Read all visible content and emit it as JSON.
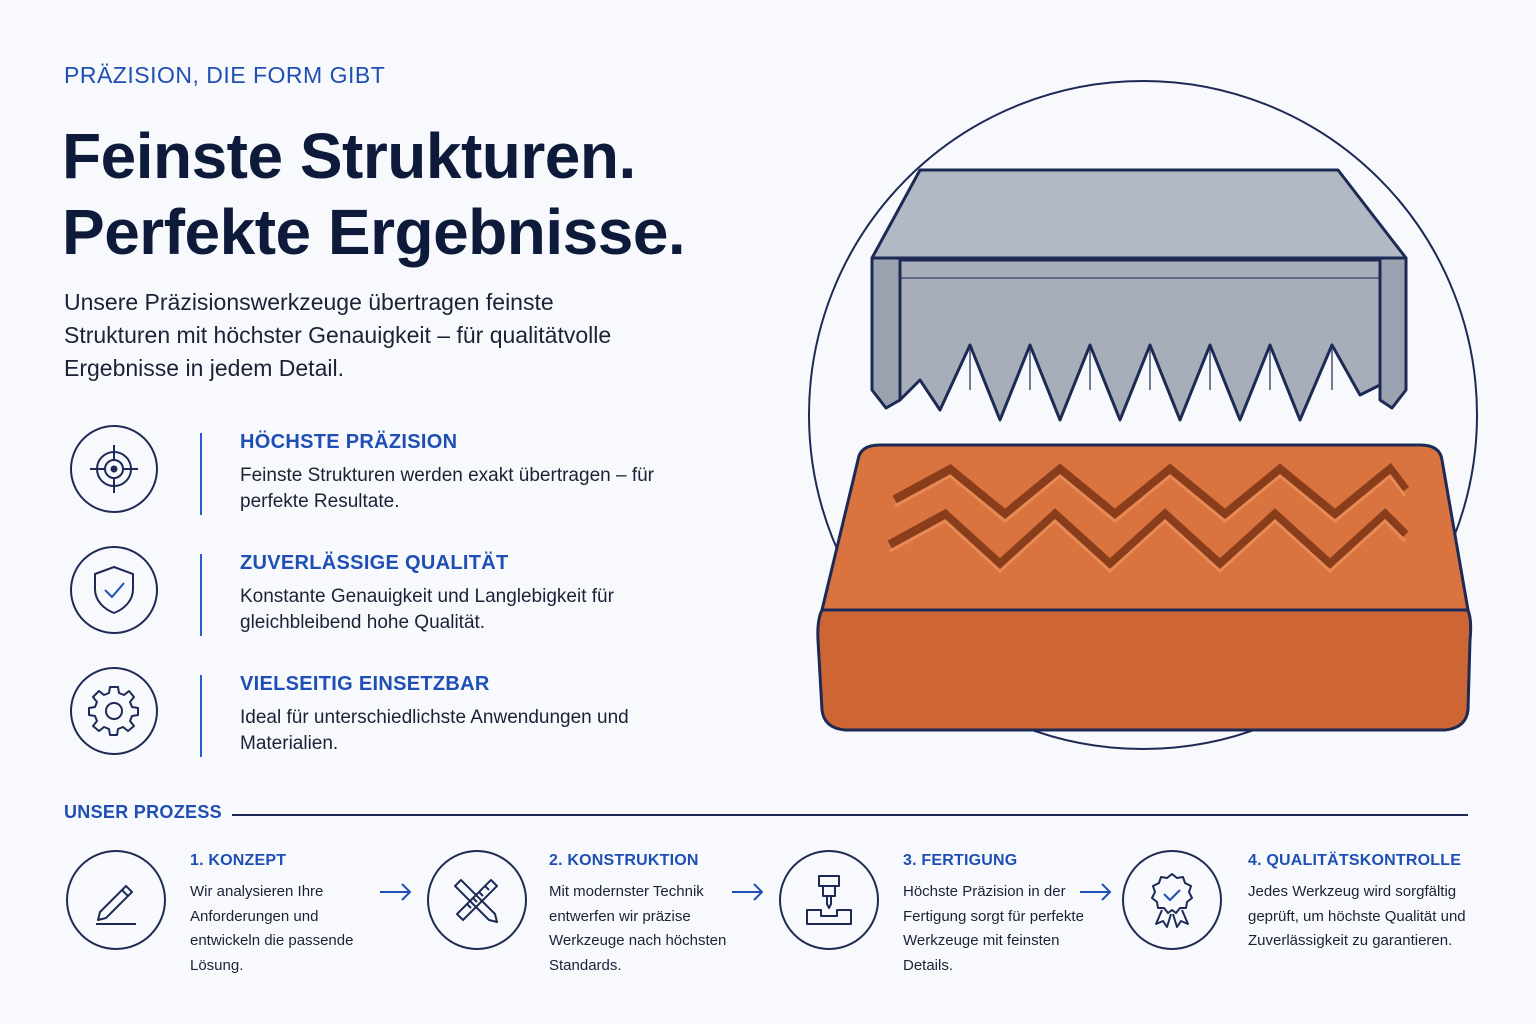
{
  "hero": {
    "eyebrow": "PRÄZISION, DIE FORM GIBT",
    "headline_line1": "Feinste Strukturen.",
    "headline_line2": "Perfekte Ergebnisse.",
    "intro": "Unsere Präzisionswerkzeuge übertragen feinste Strukturen mit höchster Genauigkeit – für qualitätvolle Ergebnisse in jedem Detail."
  },
  "features": [
    {
      "icon": "crosshair-icon",
      "title": "HÖCHSTE PRÄZISION",
      "text": "Feinste Strukturen werden exakt übertragen – für perfekte Resultate."
    },
    {
      "icon": "shield-check-icon",
      "title": "ZUVERLÄSSIGE QUALITÄT",
      "text": "Konstante Genauigkeit und Langlebigkeit für gleichbleibend hohe Qualität."
    },
    {
      "icon": "gear-icon",
      "title": "VIELSEITIG EINSETZBAR",
      "text": "Ideal für unterschiedlichste Anwendungen und Materialien."
    }
  ],
  "process": {
    "label": "UNSER PROZESS",
    "steps": [
      {
        "icon": "pencil-icon",
        "title": "1. KONZEPT",
        "text": "Wir analysieren Ihre Anforderungen und entwickeln die passende Lösung."
      },
      {
        "icon": "ruler-pencil-icon",
        "title": "2. KONSTRUKTION",
        "text": "Mit modernster Technik entwerfen wir präzise Werkzeuge nach höchsten Standards."
      },
      {
        "icon": "milling-machine-icon",
        "title": "3. FERTIGUNG",
        "text": "Höchste Präzision in der Fertigung sorgt für perfekte Werkzeuge mit feinsten Details."
      },
      {
        "icon": "quality-badge-icon",
        "title": "4. QUALITÄTSKONTROLLE",
        "text": "Jedes Werkzeug wird sorgfältig geprüft, um höchste Qualität und Zuverlässigkeit zu garantieren."
      }
    ]
  },
  "colors": {
    "accent": "#1f4fb5",
    "navy": "#0d1a3a",
    "tool_steel": "#a7adb9",
    "clay": "#d9733f"
  }
}
